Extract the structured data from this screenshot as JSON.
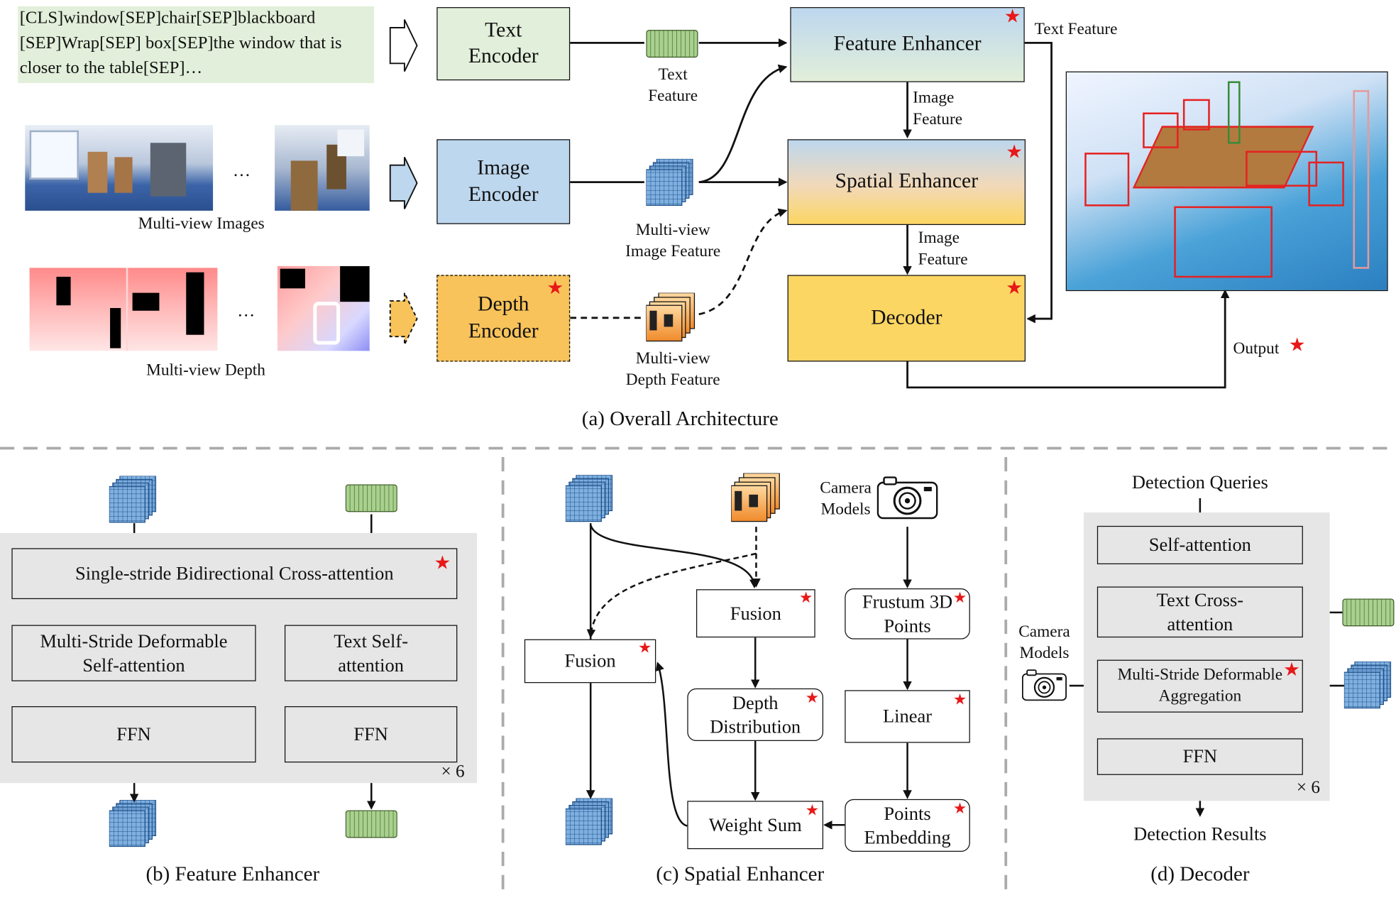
{
  "overall": {
    "caption": "(a) Overall Architecture",
    "text_prompt": "[CLS]window[SEP]chair[SEP]blackboard [SEP]Wrap[SEP] box[SEP]the window that is closer to the table[SEP]…",
    "multiview_images_label": "Multi-view Images",
    "multiview_depth_label": "Multi-view Depth",
    "ellipsis": "…",
    "text_encoder": "Text Encoder",
    "image_encoder": "Image Encoder",
    "depth_encoder": "Depth Encoder",
    "text_feature": "Text Feature",
    "multiview_image_feature": "Multi-view Image Feature",
    "multiview_depth_feature": "Multi-view Depth Feature",
    "feature_enhancer": "Feature Enhancer",
    "spatial_enhancer": "Spatial Enhancer",
    "decoder": "Decoder",
    "image_feature_1": "Image Feature",
    "image_feature_2": "Image Feature",
    "text_feature_out": "Text Feature",
    "output": "Output"
  },
  "feature_enhancer": {
    "caption": "(b) Feature Enhancer",
    "cross_attention": "Single-stride Bidirectional Cross-attention",
    "multi_stride": "Multi-Stride Deformable Self-attention",
    "text_self": "Text Self-attention",
    "ffn_left": "FFN",
    "ffn_right": "FFN",
    "repeat": "× 6"
  },
  "spatial_enhancer": {
    "caption": "(c) Spatial Enhancer",
    "camera_models": "Camera Models",
    "fusion_top": "Fusion",
    "fusion_left": "Fusion",
    "frustum": "Frustum 3D Points",
    "depth_distribution": "Depth Distribution",
    "linear": "Linear",
    "weight_sum": "Weight Sum",
    "points_embedding": "Points Embedding"
  },
  "decoder": {
    "caption": "(d) Decoder",
    "queries": "Detection Queries",
    "self_attention": "Self-attention",
    "text_cross": "Text Cross-attention",
    "multi_stride": "Multi-Stride Deformable Aggregation",
    "ffn": "FFN",
    "repeat": "× 6",
    "camera_models": "Camera Models",
    "results": "Detection Results"
  },
  "colors": {
    "text_green": "#e2efda",
    "image_blue": "#bdd7ee",
    "depth_orange": "#f8c35a",
    "decoder_yellow": "#fcd662",
    "star_red": "#e81818",
    "panel_gray": "#e6e6e6"
  }
}
